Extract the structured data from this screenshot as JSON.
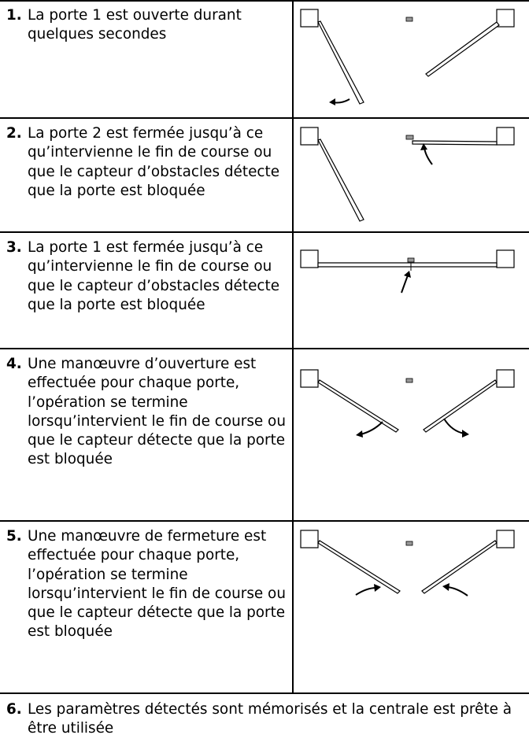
{
  "steps": [
    {
      "num": "1.",
      "text": "La porte 1 est ouverte durant quelques secondes"
    },
    {
      "num": "2.",
      "text": "La porte 2 est fermée jusqu’à ce qu’intervienne le fin de course ou que le capteur d’obstacles détecte que la porte est bloquée"
    },
    {
      "num": "3.",
      "text": "La porte 1 est fermée jusqu’à ce qu’intervienne le fin de course ou que le capteur d’obstacles détecte que la porte est bloquée"
    },
    {
      "num": "4.",
      "text": "Une manœuvre d’ouverture est effectuée pour chaque porte, l’opération se termine lorsqu’intervient le fin de course ou que le capteur détecte que la porte est bloquée"
    },
    {
      "num": "5.",
      "text": "Une manœuvre de fermeture est effectuée pour chaque porte, l’opération se termine lorsqu’intervient le fin de course ou que le capteur détecte que la porte est bloquée"
    },
    {
      "num": "6.",
      "text": "Les paramètres détectés sont mémorisés et la centrale est prête à être utilisée"
    }
  ]
}
